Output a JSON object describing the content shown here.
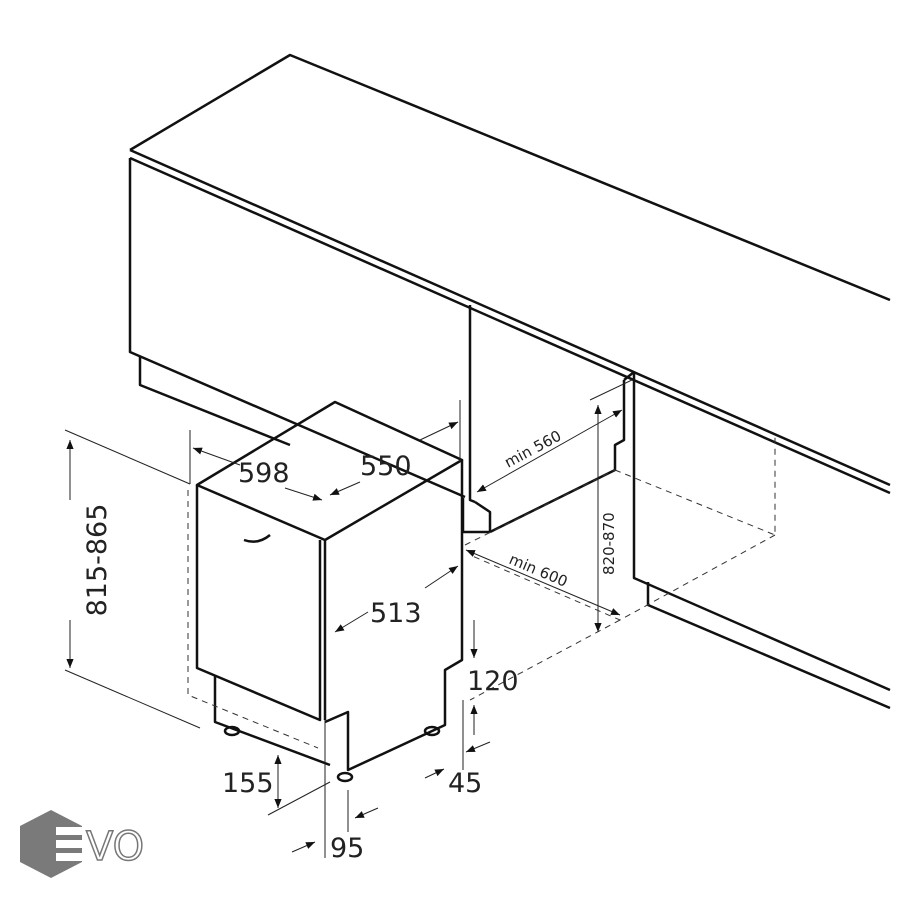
{
  "title": "Built-in dishwasher installation dimensions",
  "dimensions": {
    "height": "815-865",
    "width": "598",
    "depth": "550",
    "inner_depth": "513",
    "niche_depth": "min 560",
    "niche_width": "min 600",
    "niche_height": "820-870",
    "plinth_height": "120",
    "plinth_setback": "45",
    "door_bottom": "155",
    "door_offset": "95"
  },
  "logo": {
    "text": "EVO",
    "color": "#7a7a7a"
  }
}
